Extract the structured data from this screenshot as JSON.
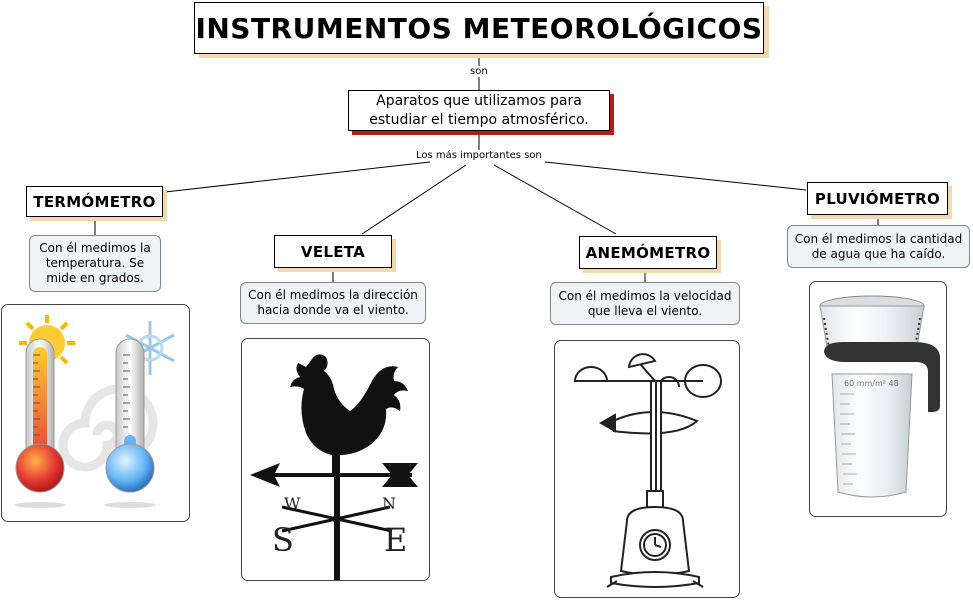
{
  "title": "INSTRUMENTOS METEOROLÓGICOS",
  "link_son": "son",
  "definition": "Aparatos que utilizamos para estudiar el tiempo atmosférico.",
  "link_important": "Los más importantes son",
  "instruments": [
    {
      "name": "TERMÓMETRO",
      "description": "Con él medimos la temperatura. Se mide en grados.",
      "image": "thermometers-image"
    },
    {
      "name": "VELETA",
      "description": "Con él medimos la dirección hacia donde va el viento.",
      "image": "weather-vane-image"
    },
    {
      "name": "ANEMÓMETRO",
      "description": "Con él medimos la velocidad que lleva el viento.",
      "image": "anemometer-image"
    },
    {
      "name": "PLUVIÓMETRO",
      "description": "Con él medimos la cantidad de agua que ha caído.",
      "image": "rain-gauge-image"
    }
  ],
  "vane_letters": {
    "w": "W",
    "n": "N",
    "s": "S",
    "e": "E"
  },
  "rain_gauge_scale_text": "60 mm/m² 48",
  "colors": {
    "definition_shadow": "#b71c1c",
    "concept_shadow": "#f5d7b0",
    "info_bg": "#eef3f5"
  }
}
